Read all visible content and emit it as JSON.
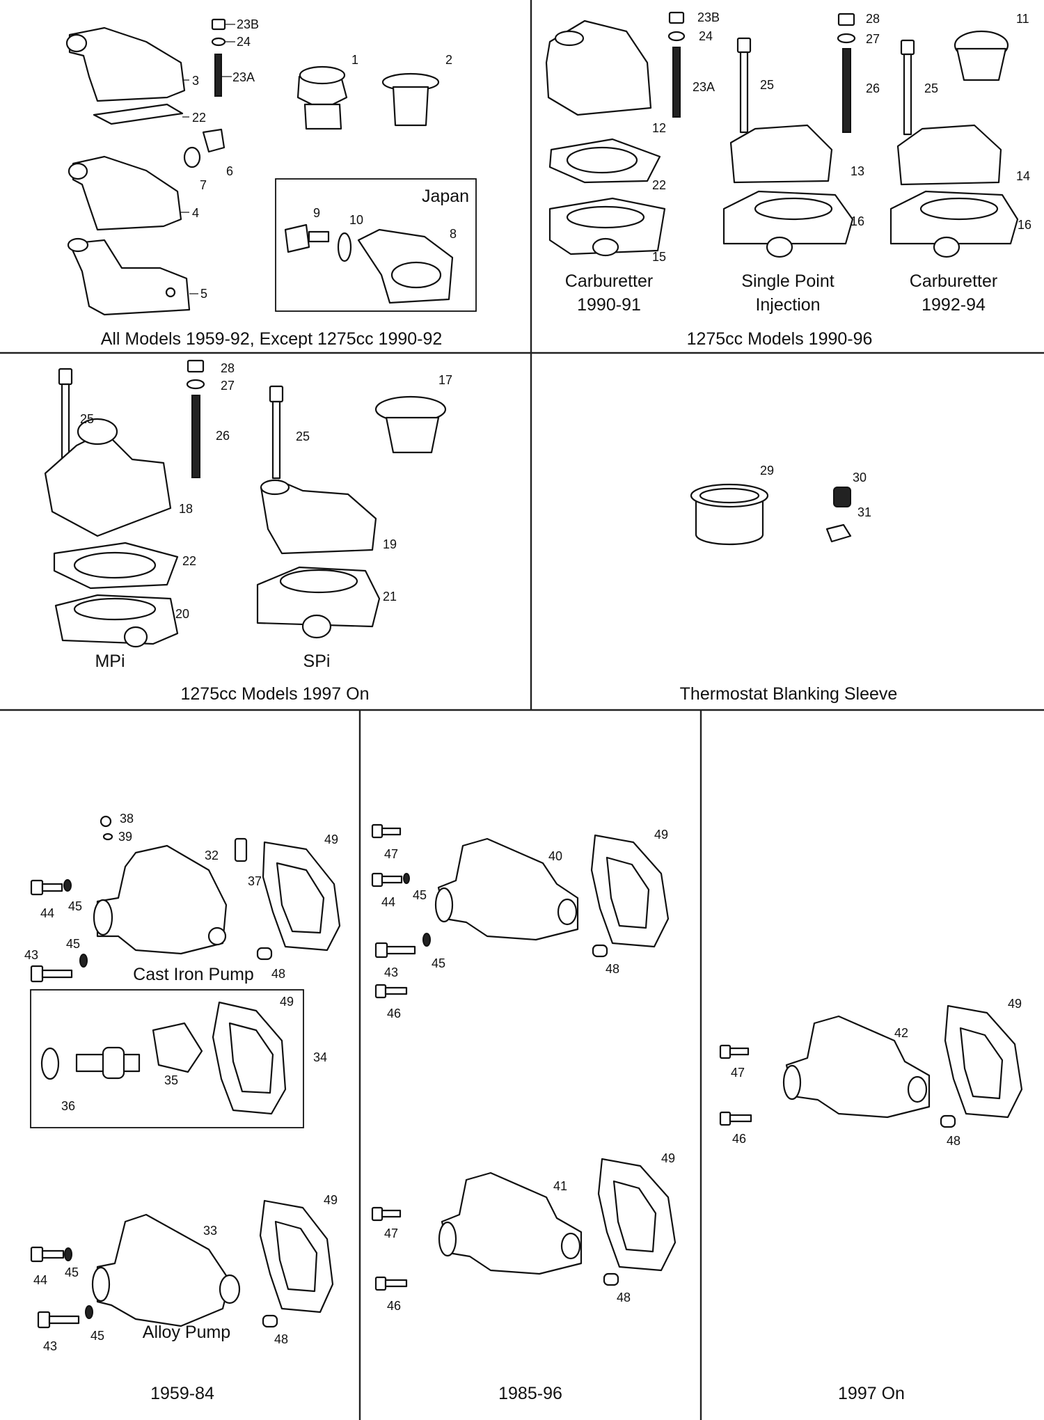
{
  "panels": {
    "p1": {
      "caption": "All Models 1959-92, Except 1275cc 1990-92",
      "inset_label": "Japan",
      "callouts": [
        "23B",
        "24",
        "23A",
        "3",
        "22",
        "6",
        "7",
        "4",
        "5",
        "1",
        "2",
        "9",
        "10",
        "8"
      ]
    },
    "p2": {
      "caption": "1275cc Models 1990-96",
      "sub_a_line1": "Carburetter",
      "sub_a_line2": "1990-91",
      "sub_b_line1": "Single Point",
      "sub_b_line2": "Injection",
      "sub_c_line1": "Carburetter",
      "sub_c_line2": "1992-94",
      "callouts": [
        "23B",
        "24",
        "23A",
        "12",
        "22",
        "15",
        "25",
        "13",
        "16",
        "28",
        "27",
        "26",
        "25",
        "14",
        "16",
        "11"
      ]
    },
    "p3": {
      "caption": "1275cc Models 1997 On",
      "sub_a": "MPi",
      "sub_b": "SPi",
      "callouts": [
        "28",
        "27",
        "26",
        "25",
        "18",
        "22",
        "20",
        "25",
        "19",
        "21",
        "17"
      ]
    },
    "p4": {
      "caption": "Thermostat Blanking Sleeve",
      "callouts": [
        "29",
        "30",
        "31"
      ]
    },
    "p5": {
      "caption": "1959-84",
      "sub_cast": "Cast Iron Pump",
      "sub_alloy": "Alloy Pump",
      "callouts": [
        "38",
        "39",
        "32",
        "37",
        "49",
        "44",
        "45",
        "45",
        "43",
        "48",
        "49",
        "34",
        "35",
        "36",
        "33",
        "49",
        "44",
        "45",
        "43",
        "45",
        "48"
      ]
    },
    "p6": {
      "caption": "1985-96",
      "callouts": [
        "47",
        "40",
        "49",
        "44",
        "45",
        "43",
        "45",
        "48",
        "46",
        "41",
        "49",
        "47",
        "46",
        "48"
      ]
    },
    "p7": {
      "caption": "1997 On",
      "callouts": [
        "49",
        "42",
        "47",
        "46",
        "48"
      ]
    }
  }
}
